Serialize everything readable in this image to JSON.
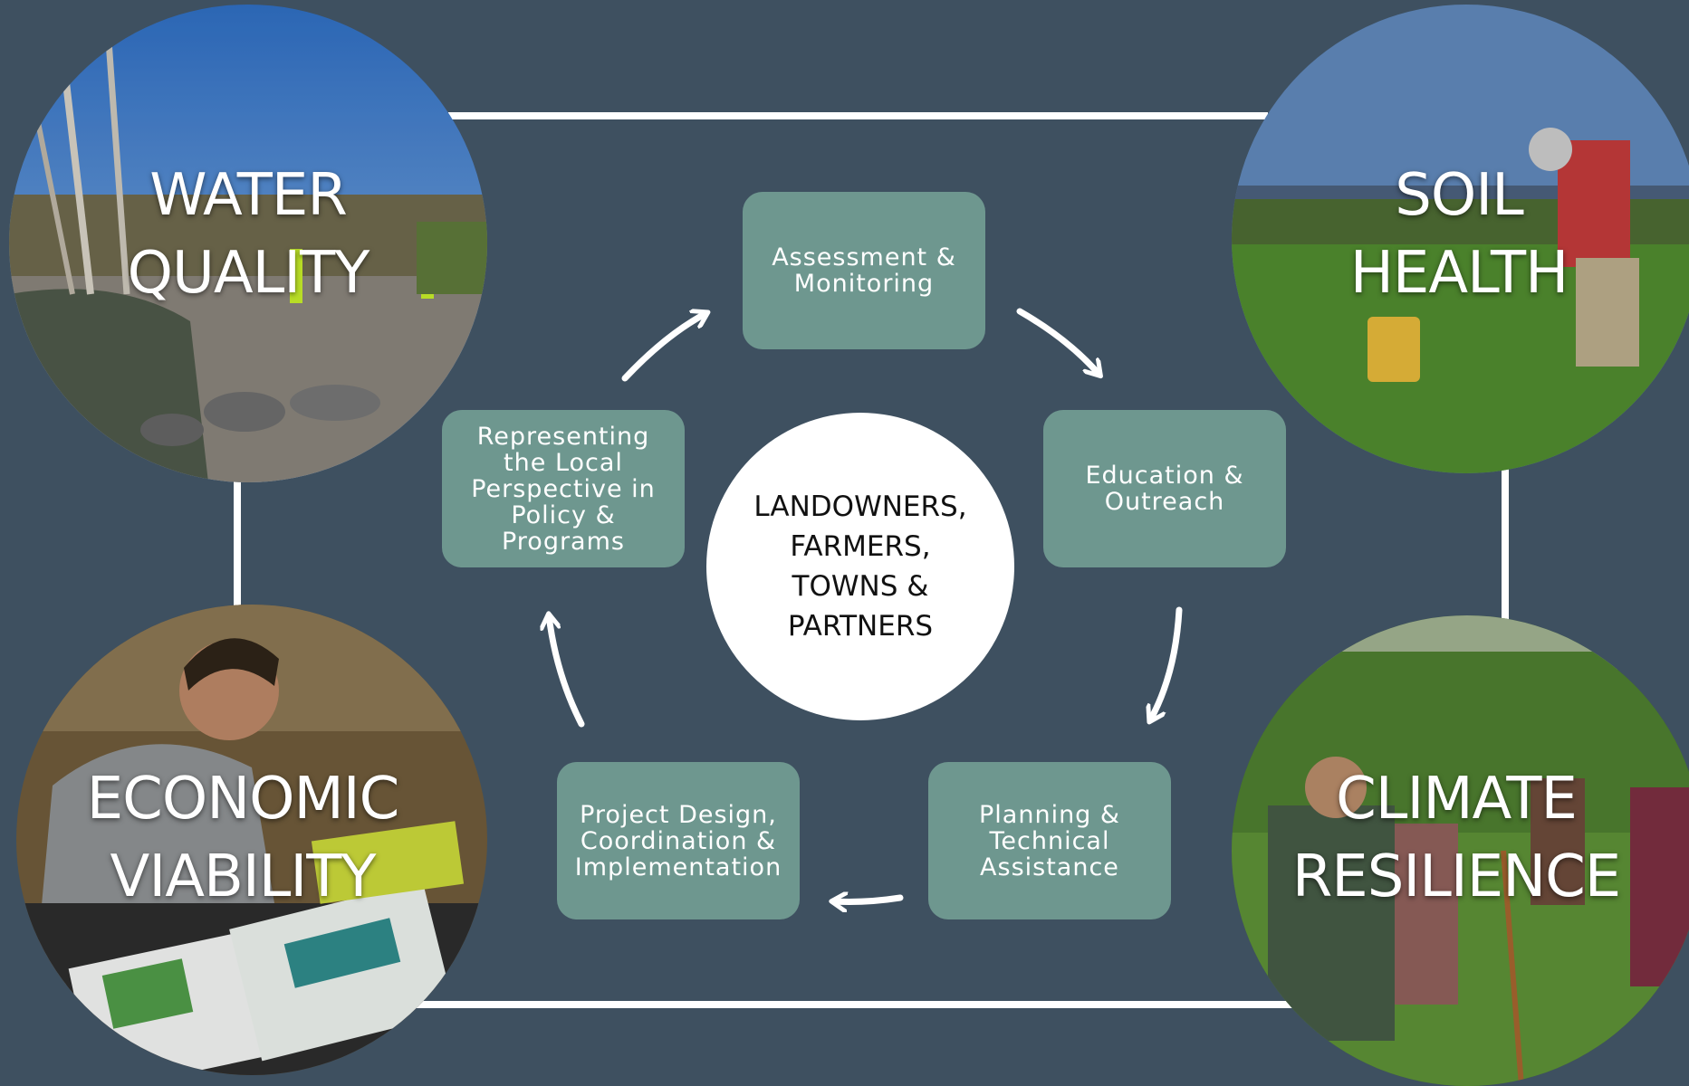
{
  "corners": {
    "water_quality": {
      "line1": "WATER",
      "line2": "QUALITY"
    },
    "soil_health": {
      "line1": "SOIL",
      "line2": "HEALTH"
    },
    "economic_viability": {
      "line1": "ECONOMIC",
      "line2": "VIABILITY"
    },
    "climate_resilience": {
      "line1": "CLIMATE",
      "line2": "RESILIENCE"
    }
  },
  "cycle": {
    "center": "LANDOWNERS,\nFARMERS,\nTOWNS &\nPARTNERS",
    "steps": [
      {
        "label": "Assessment &\nMonitoring"
      },
      {
        "label": "Education &\nOutreach"
      },
      {
        "label": "Planning &\nTechnical\nAssistance"
      },
      {
        "label": "Project Design,\nCoordination &\nImplementation"
      },
      {
        "label": "Representing\nthe Local\nPerspective in\nPolicy &\nPrograms"
      }
    ]
  },
  "colors": {
    "background": "#3e5060",
    "step_box": "#6e978f",
    "hub": "#ffffff",
    "lines_and_arrows": "#ffffff"
  }
}
